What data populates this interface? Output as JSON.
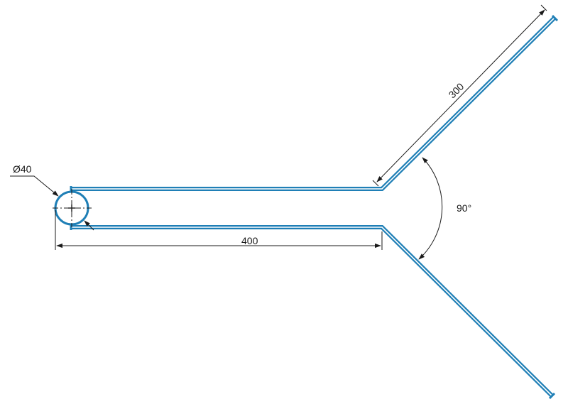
{
  "colors": {
    "outline": "#1f7fb6",
    "line": "#1a1a1a",
    "background": "#ffffff"
  },
  "dimensions": {
    "diameter_label": "Ø40",
    "length_label": "400",
    "branch_label": "300",
    "angle_label": "90°"
  }
}
